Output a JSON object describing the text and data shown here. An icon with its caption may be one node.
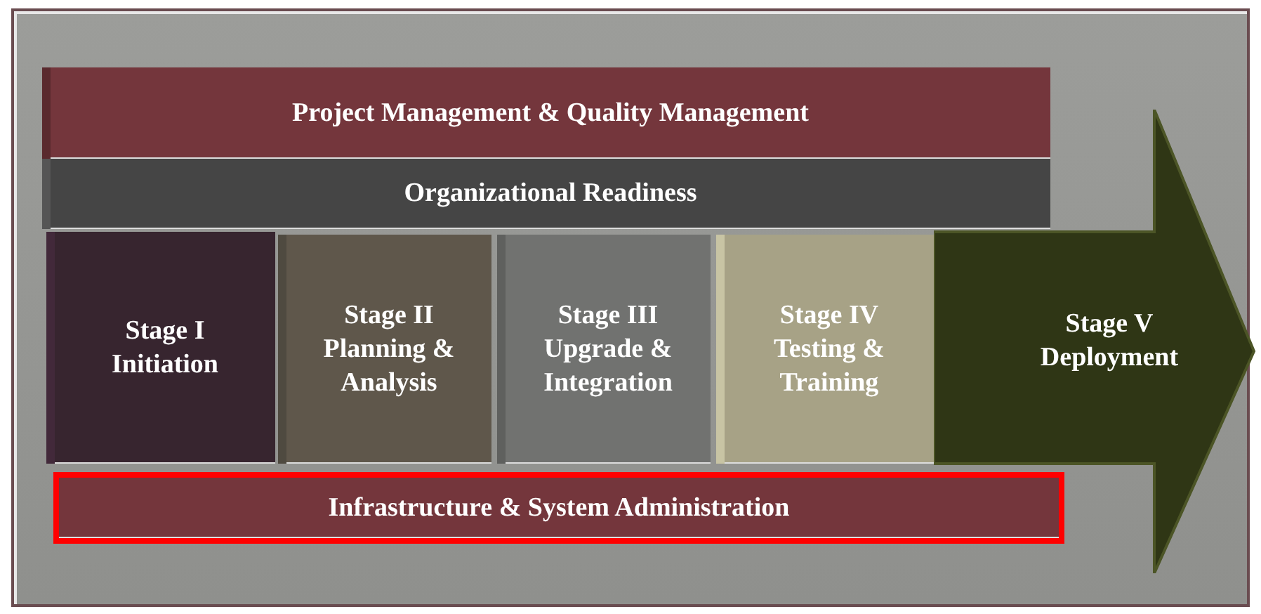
{
  "diagram": {
    "nodes": [
      {
        "text": [
          "Project Management & Quality Management"
        ]
      },
      {
        "text": [
          "Organizational Readiness"
        ]
      },
      {
        "text": [
          "Stage I",
          "Initiation"
        ]
      },
      {
        "text": [
          "Stage II",
          "Planning & Analysis"
        ]
      },
      {
        "text": [
          "Stage III",
          "Upgrade & Integration"
        ]
      },
      {
        "text": [
          "Stage IV",
          "Testing & Training"
        ]
      },
      {
        "text": [
          "Stage V",
          "Deployment"
        ]
      },
      {
        "text": [
          "Infrastructure & System Administration"
        ]
      }
    ]
  }
}
